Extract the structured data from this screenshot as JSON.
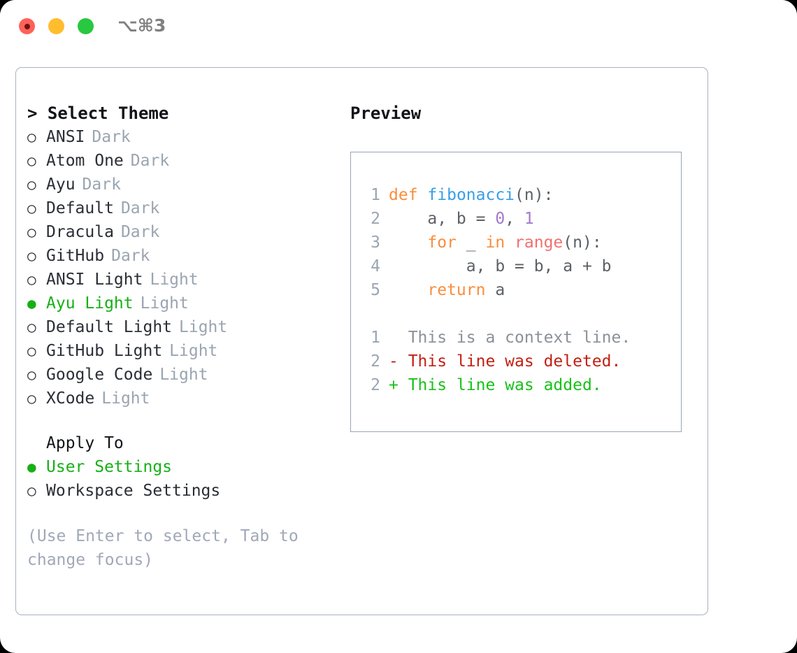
{
  "window": {
    "traffic_lights": [
      "close-button",
      "minimize-button",
      "zoom-button"
    ],
    "shortcut_label": "⌥⌘3"
  },
  "theme_picker": {
    "header": "> Select Theme",
    "items": [
      {
        "marker": "○",
        "label": "ANSI",
        "variant": "Dark",
        "selected": false
      },
      {
        "marker": "○",
        "label": "Atom One",
        "variant": "Dark",
        "selected": false
      },
      {
        "marker": "○",
        "label": "Ayu",
        "variant": "Dark",
        "selected": false
      },
      {
        "marker": "○",
        "label": "Default",
        "variant": "Dark",
        "selected": false
      },
      {
        "marker": "○",
        "label": "Dracula",
        "variant": "Dark",
        "selected": false
      },
      {
        "marker": "○",
        "label": "GitHub",
        "variant": "Dark",
        "selected": false
      },
      {
        "marker": "○",
        "label": "ANSI Light",
        "variant": "Light",
        "selected": false
      },
      {
        "marker": "●",
        "label": "Ayu Light",
        "variant": "Light",
        "selected": true
      },
      {
        "marker": "○",
        "label": "Default Light",
        "variant": "Light",
        "selected": false
      },
      {
        "marker": "○",
        "label": "GitHub Light",
        "variant": "Light",
        "selected": false
      },
      {
        "marker": "○",
        "label": "Google Code",
        "variant": "Light",
        "selected": false
      },
      {
        "marker": "○",
        "label": "XCode",
        "variant": "Light",
        "selected": false
      }
    ]
  },
  "apply_to": {
    "heading": "Apply To",
    "items": [
      {
        "marker": "●",
        "label": "User Settings",
        "selected": true
      },
      {
        "marker": "○",
        "label": "Workspace Settings",
        "selected": false
      }
    ]
  },
  "hint": "(Use Enter to select, Tab to change focus)",
  "preview": {
    "title": "Preview",
    "code_lines": [
      {
        "no": "1",
        "tokens": [
          {
            "t": "def",
            "c": "kw"
          },
          {
            "t": " ",
            "c": "plain"
          },
          {
            "t": "fibonacci",
            "c": "fn"
          },
          {
            "t": "(n):",
            "c": "punct"
          }
        ]
      },
      {
        "no": "2",
        "tokens": [
          {
            "t": "    a, b = ",
            "c": "punct"
          },
          {
            "t": "0",
            "c": "num"
          },
          {
            "t": ", ",
            "c": "punct"
          },
          {
            "t": "1",
            "c": "num"
          }
        ]
      },
      {
        "no": "3",
        "tokens": [
          {
            "t": "    ",
            "c": "plain"
          },
          {
            "t": "for",
            "c": "kw"
          },
          {
            "t": " _ ",
            "c": "punct"
          },
          {
            "t": "in",
            "c": "kw"
          },
          {
            "t": " ",
            "c": "plain"
          },
          {
            "t": "range",
            "c": "builtin"
          },
          {
            "t": "(n):",
            "c": "punct"
          }
        ]
      },
      {
        "no": "4",
        "tokens": [
          {
            "t": "        a, b = b, a + b",
            "c": "punct"
          }
        ]
      },
      {
        "no": "5",
        "tokens": [
          {
            "t": "    ",
            "c": "plain"
          },
          {
            "t": "return",
            "c": "kw"
          },
          {
            "t": " a",
            "c": "punct"
          }
        ]
      }
    ],
    "diff_lines": [
      {
        "no": "1",
        "sign": " ",
        "text": " This is a context line.",
        "kind": "ctx"
      },
      {
        "no": "2",
        "sign": "-",
        "text": " This line was deleted.",
        "kind": "del"
      },
      {
        "no": "2",
        "sign": "+",
        "text": " This line was added.",
        "kind": "add"
      }
    ]
  },
  "colors": {
    "keyword": "#fa8d3e",
    "function": "#399ee6",
    "number": "#a37acc",
    "builtin": "#f07171",
    "plain": "#5c6166",
    "selected": "#16b016",
    "muted": "#9aa5b1",
    "diff_deleted": "#c21f13",
    "diff_added": "#17c217"
  }
}
